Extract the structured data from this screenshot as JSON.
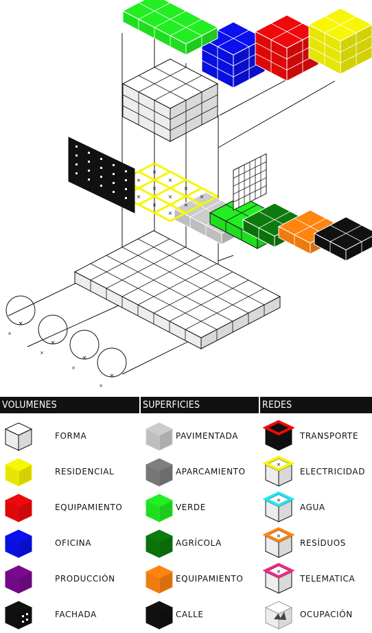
{
  "colors": {
    "green": "#22ee22",
    "blue": "#0a10ee",
    "red": "#ee0a0a",
    "yellow": "#f6f606",
    "purple": "#7a0a8e",
    "black": "#111111",
    "light_gray": "#cccccc",
    "dark_gray": "#7f7f7f",
    "dark_green": "#0d7a0d",
    "orange": "#ff8410",
    "cyan": "#22e6ee",
    "pink": "#ee2a86"
  },
  "legend": {
    "columns": [
      {
        "header": "VOLUMENES",
        "items": [
          {
            "label": "FORMA",
            "icon": "cube-outline-icon",
            "color": "#ffffff"
          },
          {
            "label": "RESIDENCIAL",
            "icon": "cube-yellow-icon",
            "color": "#f6f606"
          },
          {
            "label": "EQUIPAMIENTO",
            "icon": "cube-red-icon",
            "color": "#ee0a0a"
          },
          {
            "label": "OFICINA",
            "icon": "cube-blue-icon",
            "color": "#0a10ee"
          },
          {
            "label": "PRODUCCIÓN",
            "icon": "cube-purple-icon",
            "color": "#7a0a8e"
          },
          {
            "label": "FACHADA",
            "icon": "facade-cube-icon",
            "color": "#111111"
          }
        ]
      },
      {
        "header": "SUPERFICIES",
        "items": [
          {
            "label": "PAVIMENTADA",
            "icon": "cube-lightgray-icon",
            "color": "#cccccc"
          },
          {
            "label": "APARCAMIENTO",
            "icon": "cube-darkgray-icon",
            "color": "#7f7f7f"
          },
          {
            "label": "VERDE",
            "icon": "cube-green-icon",
            "color": "#22ee22"
          },
          {
            "label": "AGRÍCOLA",
            "icon": "cube-darkgreen-icon",
            "color": "#0d7a0d"
          },
          {
            "label": "EQUIPAMIENTO",
            "icon": "cube-orange-icon",
            "color": "#ff8410"
          },
          {
            "label": "CALLE",
            "icon": "cube-black-icon",
            "color": "#111111"
          }
        ]
      },
      {
        "header": "REDES",
        "items": [
          {
            "label": "TRANSPORTE",
            "icon": "network-transporte-icon",
            "color": "#ee0a0a"
          },
          {
            "label": "ELECTRICIDAD",
            "icon": "network-electricidad-icon",
            "color": "#f6f606"
          },
          {
            "label": "AGUA",
            "icon": "network-agua-icon",
            "color": "#22e6ee"
          },
          {
            "label": "RESÍDUOS",
            "icon": "network-residuos-icon",
            "color": "#ff8410"
          },
          {
            "label": "TELEMATICA",
            "icon": "network-telematica-icon",
            "color": "#ee2a86"
          },
          {
            "label": "OCUPACIÓN",
            "icon": "network-ocupacion-icon",
            "color": "#999999"
          }
        ]
      }
    ]
  }
}
